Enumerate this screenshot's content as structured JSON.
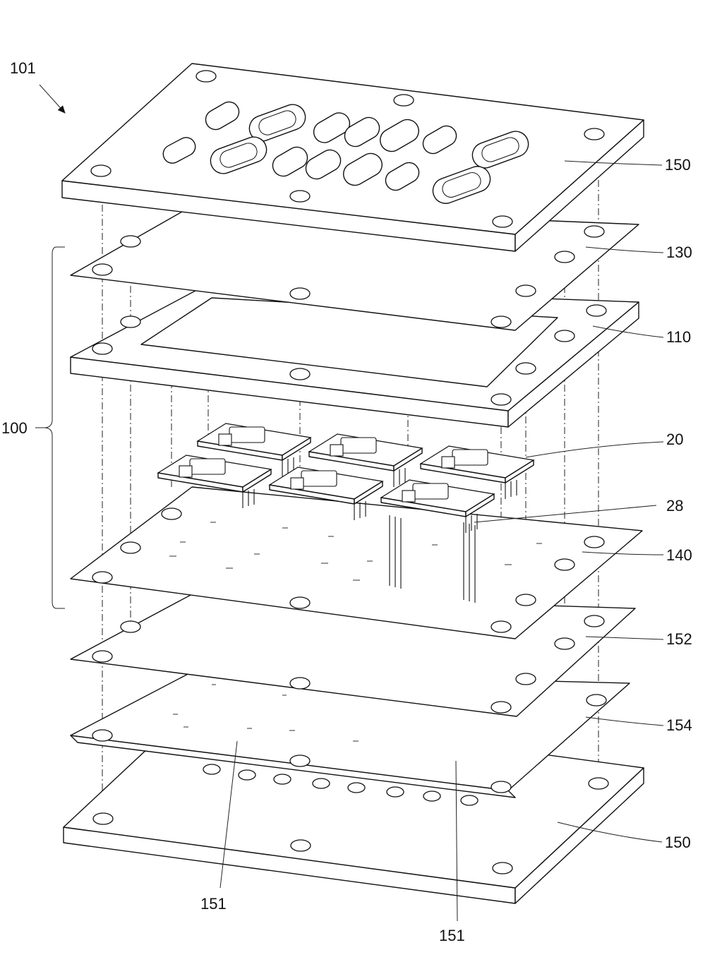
{
  "labels": {
    "assembly": "101",
    "stack": "100",
    "top_plate": "150",
    "layer_130": "130",
    "layer_110": "110",
    "module": "20",
    "pin": "28",
    "layer_140": "140",
    "layer_152": "152",
    "layer_154": "154",
    "bottom_plate": "150",
    "opening_left": "151",
    "opening_right": "151"
  }
}
